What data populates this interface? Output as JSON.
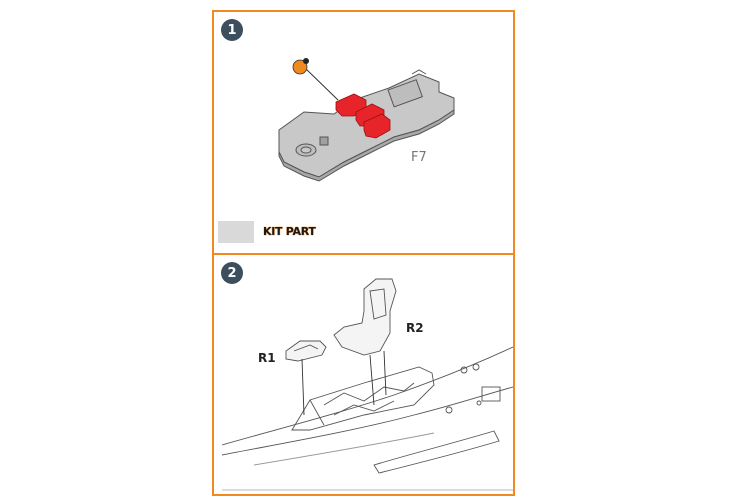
{
  "steps": [
    {
      "number": "1",
      "part_label": "F7",
      "legend_label": "KIT PART"
    },
    {
      "number": "2",
      "parts": [
        "R1",
        "R2"
      ]
    }
  ],
  "colors": {
    "border": "#f08a1f",
    "kit_part": "#d9d9d9",
    "highlight": "#e8242b",
    "badge": "#3d4e5c"
  }
}
